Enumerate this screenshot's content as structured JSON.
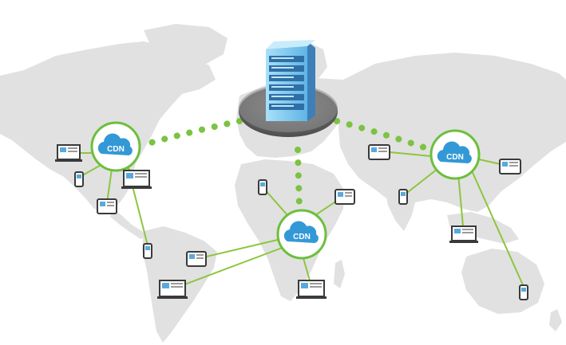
{
  "colors": {
    "background": "#ffffff",
    "land": "#e1e1e1",
    "link_solid": "#8cc63f",
    "link_dotted": "#7dc242",
    "cdn_ring": "#6cbf3c",
    "cloud": "#3399d6",
    "server_blue": "#4a90c8",
    "server_top": "#8ed3f5",
    "platform": "#6f6f6f"
  },
  "origin": {
    "icon": "server-rack-icon"
  },
  "cdn_nodes": [
    {
      "id": "na",
      "label": "CDN"
    },
    {
      "id": "af",
      "label": "CDN"
    },
    {
      "id": "as",
      "label": "CDN"
    }
  ],
  "device_icons": [
    "laptop-icon",
    "tablet-icon",
    "phone-icon"
  ]
}
